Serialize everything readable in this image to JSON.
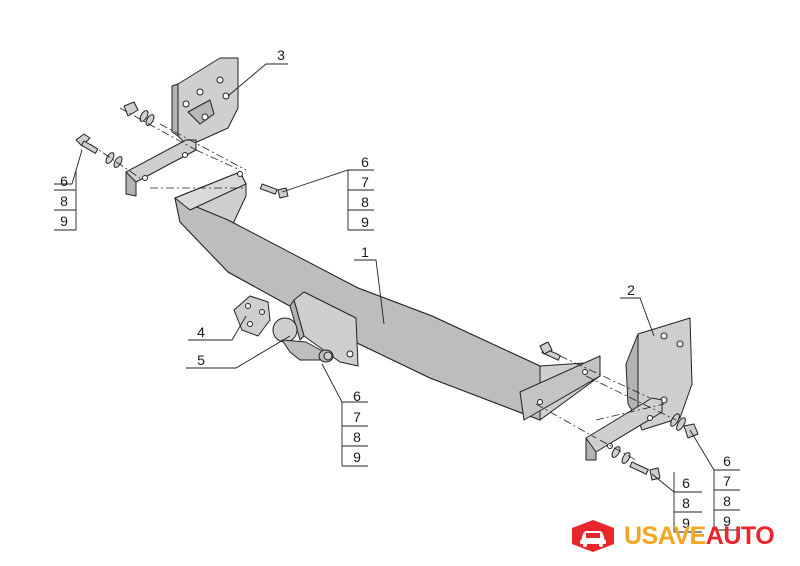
{
  "callouts": {
    "part_1": "1",
    "part_2": "2",
    "part_3": "3",
    "part_4": "4",
    "part_5": "5",
    "stack_top_left": [
      "6",
      "8",
      "9"
    ],
    "stack_top_center": [
      "6",
      "7",
      "8",
      "9"
    ],
    "stack_center": [
      "6",
      "7",
      "8",
      "9"
    ],
    "stack_bottom_right_a": [
      "6",
      "8",
      "9"
    ],
    "stack_bottom_right_b": [
      "6",
      "7",
      "8",
      "9"
    ]
  },
  "logo": {
    "text_part1": "USAVE",
    "text_part2": "AUTO",
    "icon": "car-icon",
    "colors": {
      "red": "#e8262b",
      "orange": "#f5a623"
    }
  },
  "colors": {
    "part_fill": "#cfcfcf",
    "part_shade": "#b3b3b3",
    "line": "#222222"
  }
}
